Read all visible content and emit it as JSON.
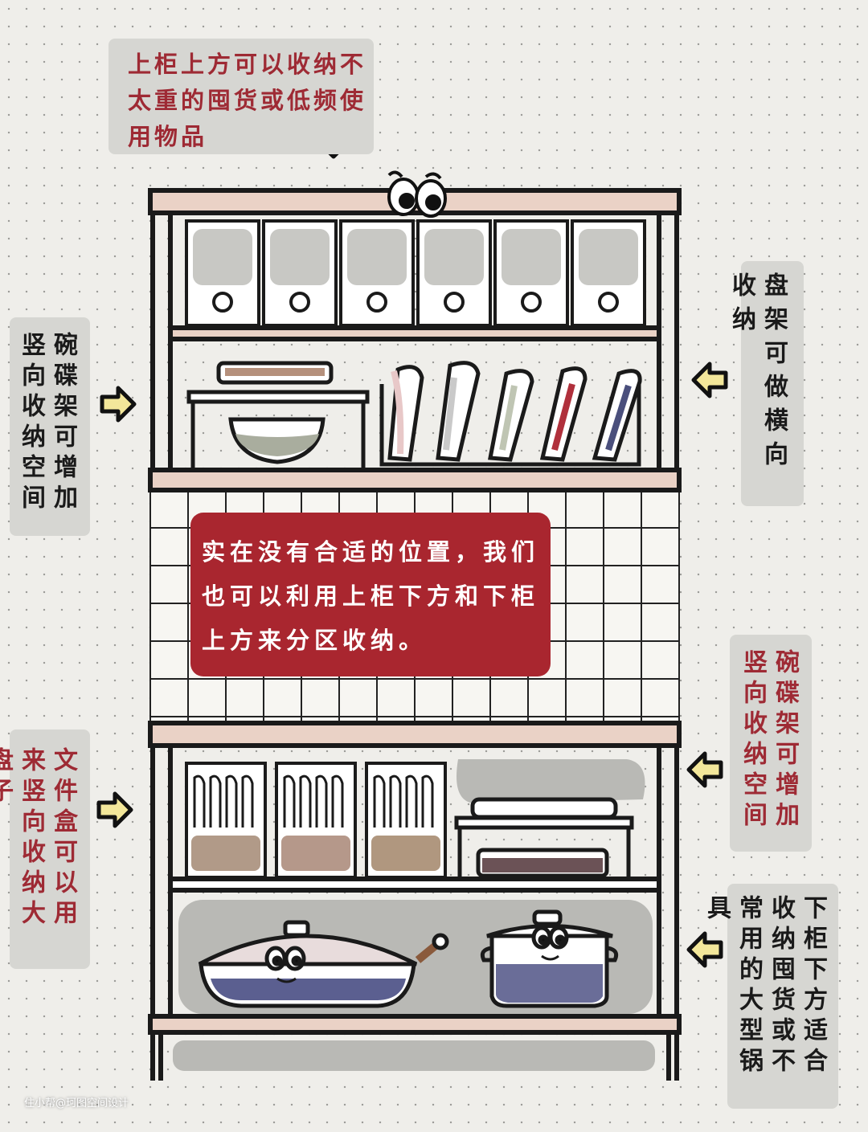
{
  "notes": {
    "top": "上柜上方可以收纳不太重的囤货或低频使用物品",
    "upper_left": "碗碟架可增加竖向收纳空间",
    "upper_right": "盘架可做横向收纳",
    "middle_right": "碗碟架可增加竖向收纳空间",
    "lower_left": "文件盒可以用来竖向收纳大盘子",
    "lower_right": "下柜下方适合收纳囤货或不常用的大型锅具"
  },
  "center_message": "实在没有合适的位置，我们也可以利用上柜下方和下柜上方来分区收纳。",
  "watermark": "住小帮@珂图空间设计",
  "colors": {
    "accent_red": "#a9262f",
    "note_gray": "#d6d6d2",
    "arrow_yellow": "#f3e79a",
    "board_pink": "#ead2c6"
  }
}
